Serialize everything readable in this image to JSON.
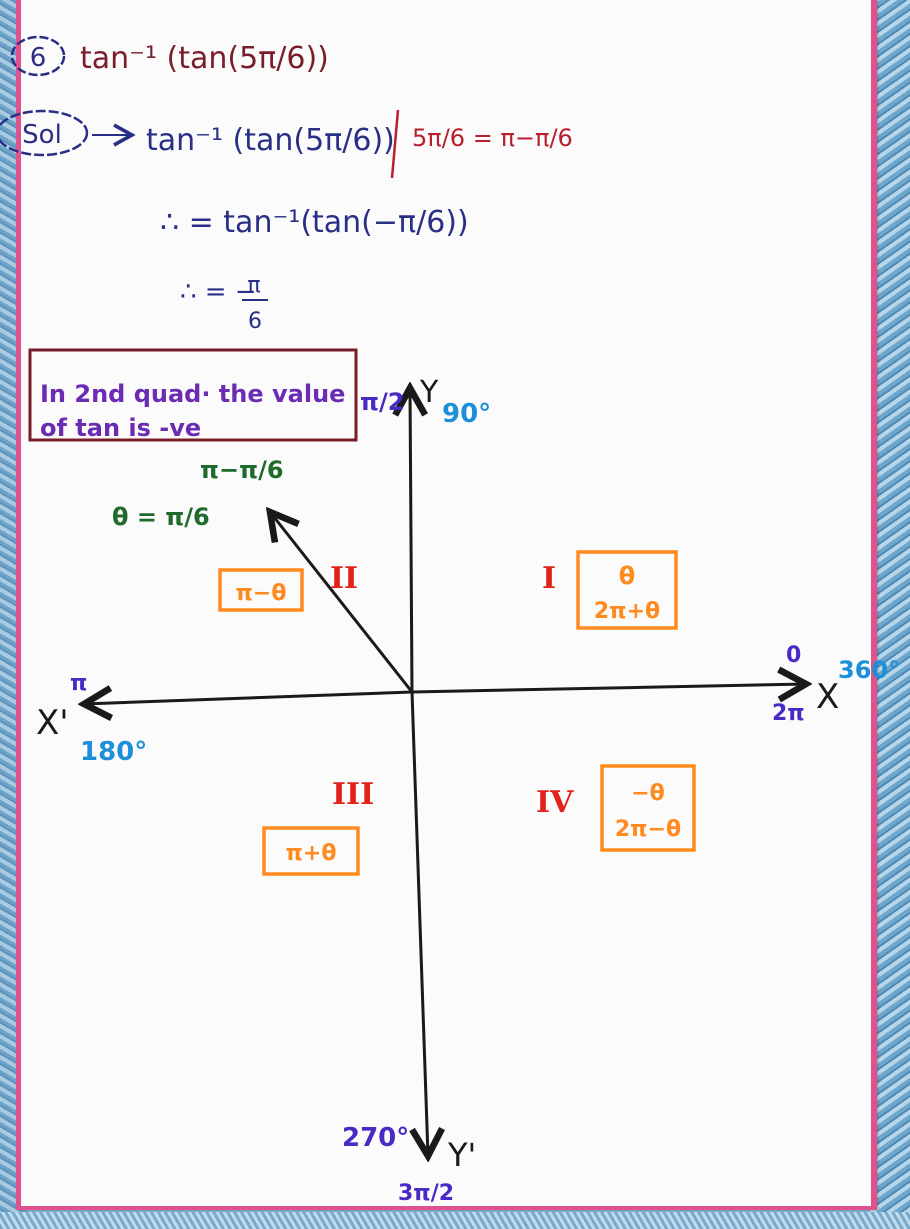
{
  "problem": {
    "number": "6",
    "expression": "tan⁻¹ (tan(5π/6))"
  },
  "solution": {
    "label": "Sol",
    "line1": "tan⁻¹ (tan(5π/6))",
    "side_note": "5π/6 = π−π/6",
    "line2": "∴ = tan⁻¹(tan(−π/6))",
    "line3_prefix": "∴ = −",
    "line3_num": "π",
    "line3_den": "6"
  },
  "note_box": {
    "line1": "In 2nd quad· the value",
    "line2": "of tan is -ve"
  },
  "axes": {
    "x_positive": "X",
    "x_negative": "X'",
    "y_positive": "Y",
    "y_negative": "Y'",
    "angle_0": "0",
    "angle_2pi": "2π",
    "angle_360": "360°",
    "angle_pi": "π",
    "angle_180": "180°",
    "angle_pi_2": "π/2",
    "angle_90": "90°",
    "angle_270": "270°",
    "angle_3pi_2": "3π/2"
  },
  "ray": {
    "top_label": "π−π/6",
    "theta_label": "θ = π/6"
  },
  "quadrants": {
    "q1_numeral": "I",
    "q1_box_line1": "θ",
    "q1_box_line2": "2π+θ",
    "q2_numeral": "II",
    "q2_box": "π−θ",
    "q3_numeral": "III",
    "q3_box": "π+θ",
    "q4_numeral": "IV",
    "q4_box_line1": "−θ",
    "q4_box_line2": "2π−θ"
  },
  "colors": {
    "ink_header": "#7a1d2a",
    "ink_blue": "#2a2f86",
    "ink_purple": "#6c2bb3",
    "ink_green": "#1f6a2c",
    "ink_red": "#e0221a",
    "ink_orange": "#ff8a1f",
    "ink_cyan": "#1d8fd8",
    "ink_violet": "#4a2ac4",
    "margin_pink": "#e0528e"
  }
}
